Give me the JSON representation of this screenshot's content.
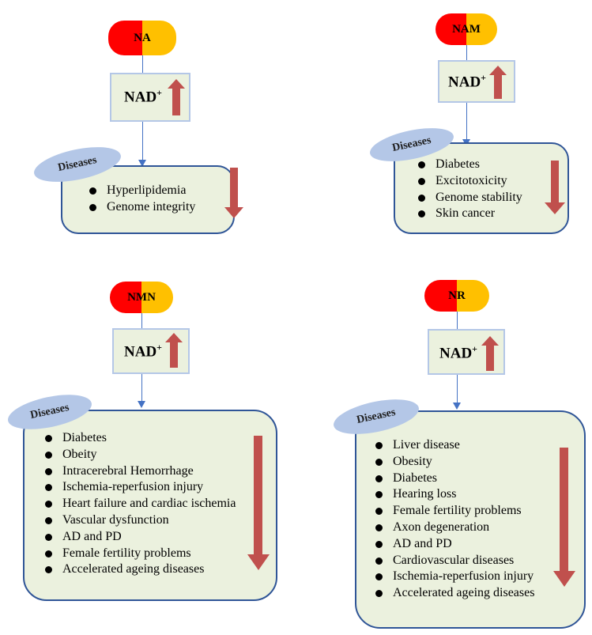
{
  "panels": [
    {
      "id": "na",
      "compound": "NA",
      "nad_label": "NAD",
      "nad_sup": "+",
      "diseases_label": "Diseases",
      "diseases": [
        "Hyperlipidemia",
        "Genome integrity"
      ]
    },
    {
      "id": "nam",
      "compound": "NAM",
      "nad_label": "NAD",
      "nad_sup": "+",
      "diseases_label": "Diseases",
      "diseases": [
        "Diabetes",
        "Excitotoxicity",
        "Genome stability",
        "Skin cancer"
      ]
    },
    {
      "id": "nmn",
      "compound": "NMN",
      "nad_label": "NAD",
      "nad_sup": "+",
      "diseases_label": "Diseases",
      "diseases": [
        "Diabetes",
        "Obeity",
        "Intracerebral Hemorrhage",
        "Ischemia-reperfusion injury",
        "Heart failure and cardiac ischemia",
        "Vascular dysfunction",
        "AD and PD",
        "Female fertility problems",
        "Accelerated ageing diseases"
      ]
    },
    {
      "id": "nr",
      "compound": "NR",
      "nad_label": "NAD",
      "nad_sup": "+",
      "diseases_label": "Diseases",
      "diseases": [
        "Liver disease",
        "Obesity",
        "Diabetes",
        "Hearing loss",
        "Female fertility problems",
        "Axon degeneration",
        "AD and PD",
        "Cardiovascular diseases",
        "Ischemia-reperfusion injury",
        "Accelerated ageing diseases"
      ]
    }
  ],
  "colors": {
    "pill_left": "#ff0000",
    "pill_right": "#ffc000",
    "box_fill": "#ebf1de",
    "box_border": "#2f5597",
    "nad_border": "#b4c7e7",
    "ellipse": "#b4c7e7",
    "red_arrow": "#c0504d",
    "connector": "#4472c4"
  },
  "icons": {
    "increase": "up-arrow-icon",
    "decrease": "down-arrow-icon",
    "bullet": "bullet-icon"
  }
}
